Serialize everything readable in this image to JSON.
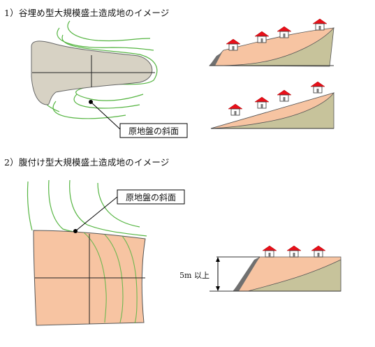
{
  "section1": {
    "heading": "1）谷埋め型大規模盛土造成地のイメージ",
    "callout": "原地盤の斜面"
  },
  "section2": {
    "heading": "2）腹付け型大規模盛土造成地のイメージ",
    "callout": "原地盤の斜面",
    "height_label": "5m 以上"
  },
  "colors": {
    "fill_plan_valley": "#d7d2c4",
    "fill_orange": "#f7c4a2",
    "ground_olive": "#c7c39b",
    "contour_green": "#56b542",
    "roof_red": "#e8101a",
    "retaining_wall": "#707070"
  }
}
